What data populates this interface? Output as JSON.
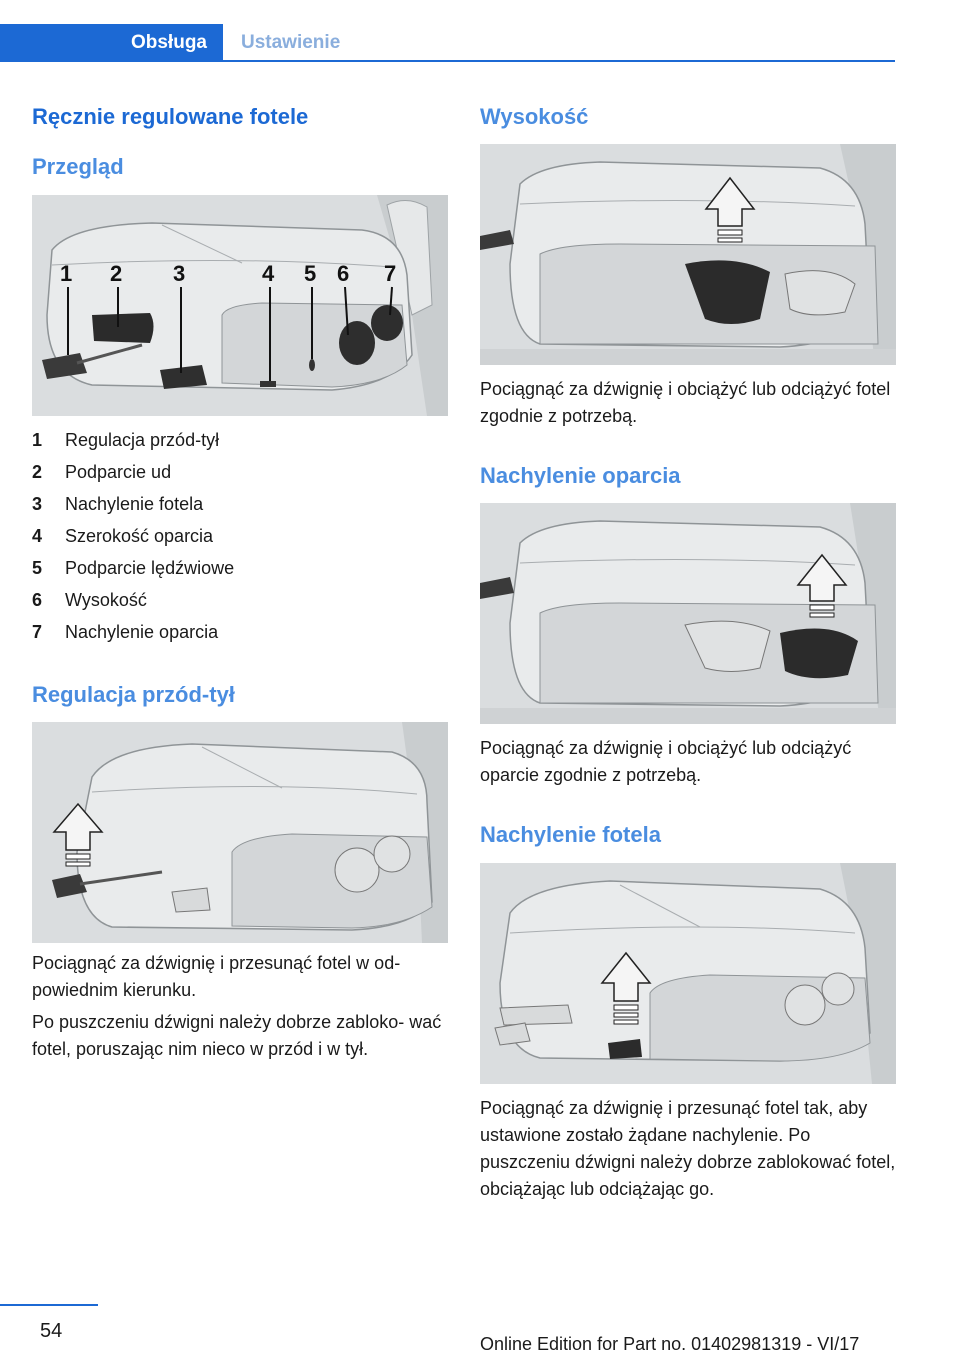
{
  "header": {
    "tab_active": "Obsługa",
    "tab_inactive": "Ustawienie"
  },
  "left": {
    "title": "Ręcznie regulowane fotele",
    "overview_heading": "Przegląd",
    "figure_labels": [
      "1",
      "2",
      "3",
      "4",
      "5",
      "6",
      "7"
    ],
    "legend": [
      {
        "num": "1",
        "text": "Regulacja przód-tył"
      },
      {
        "num": "2",
        "text": "Podparcie ud"
      },
      {
        "num": "3",
        "text": "Nachylenie fotela"
      },
      {
        "num": "4",
        "text": "Szerokość oparcia"
      },
      {
        "num": "5",
        "text": "Podparcie lędźwiowe"
      },
      {
        "num": "6",
        "text": "Wysokość"
      },
      {
        "num": "7",
        "text": "Nachylenie oparcia"
      }
    ],
    "fore_aft_heading": "Regulacja przód-tył",
    "fore_aft_text_1": "Pociągnąć za dźwignię i przesunąć fotel w od‐ powiednim kierunku.",
    "fore_aft_text_2": "Po puszczeniu dźwigni należy dobrze zabloko‐ wać fotel, poruszając nim nieco w przód i w tył."
  },
  "right": {
    "height_heading": "Wysokość",
    "height_text": "Pociągnąć za dźwignię i obciążyć lub odciążyć fotel zgodnie z potrzebą.",
    "backrest_heading": "Nachylenie oparcia",
    "backrest_text": "Pociągnąć za dźwignię i obciążyć lub odciążyć oparcie zgodnie z potrzebą.",
    "tilt_heading": "Nachylenie fotela",
    "tilt_text": "Pociągnąć za dźwignię i przesunąć fotel tak, aby ustawione zostało żądane nachylenie. Po puszczeniu dźwigni należy dobrze zablokować fotel, obciążając lub odciążając go."
  },
  "footer": {
    "page_number": "54",
    "edition": "Online Edition for Part no. 01402981319 - VI/17"
  }
}
